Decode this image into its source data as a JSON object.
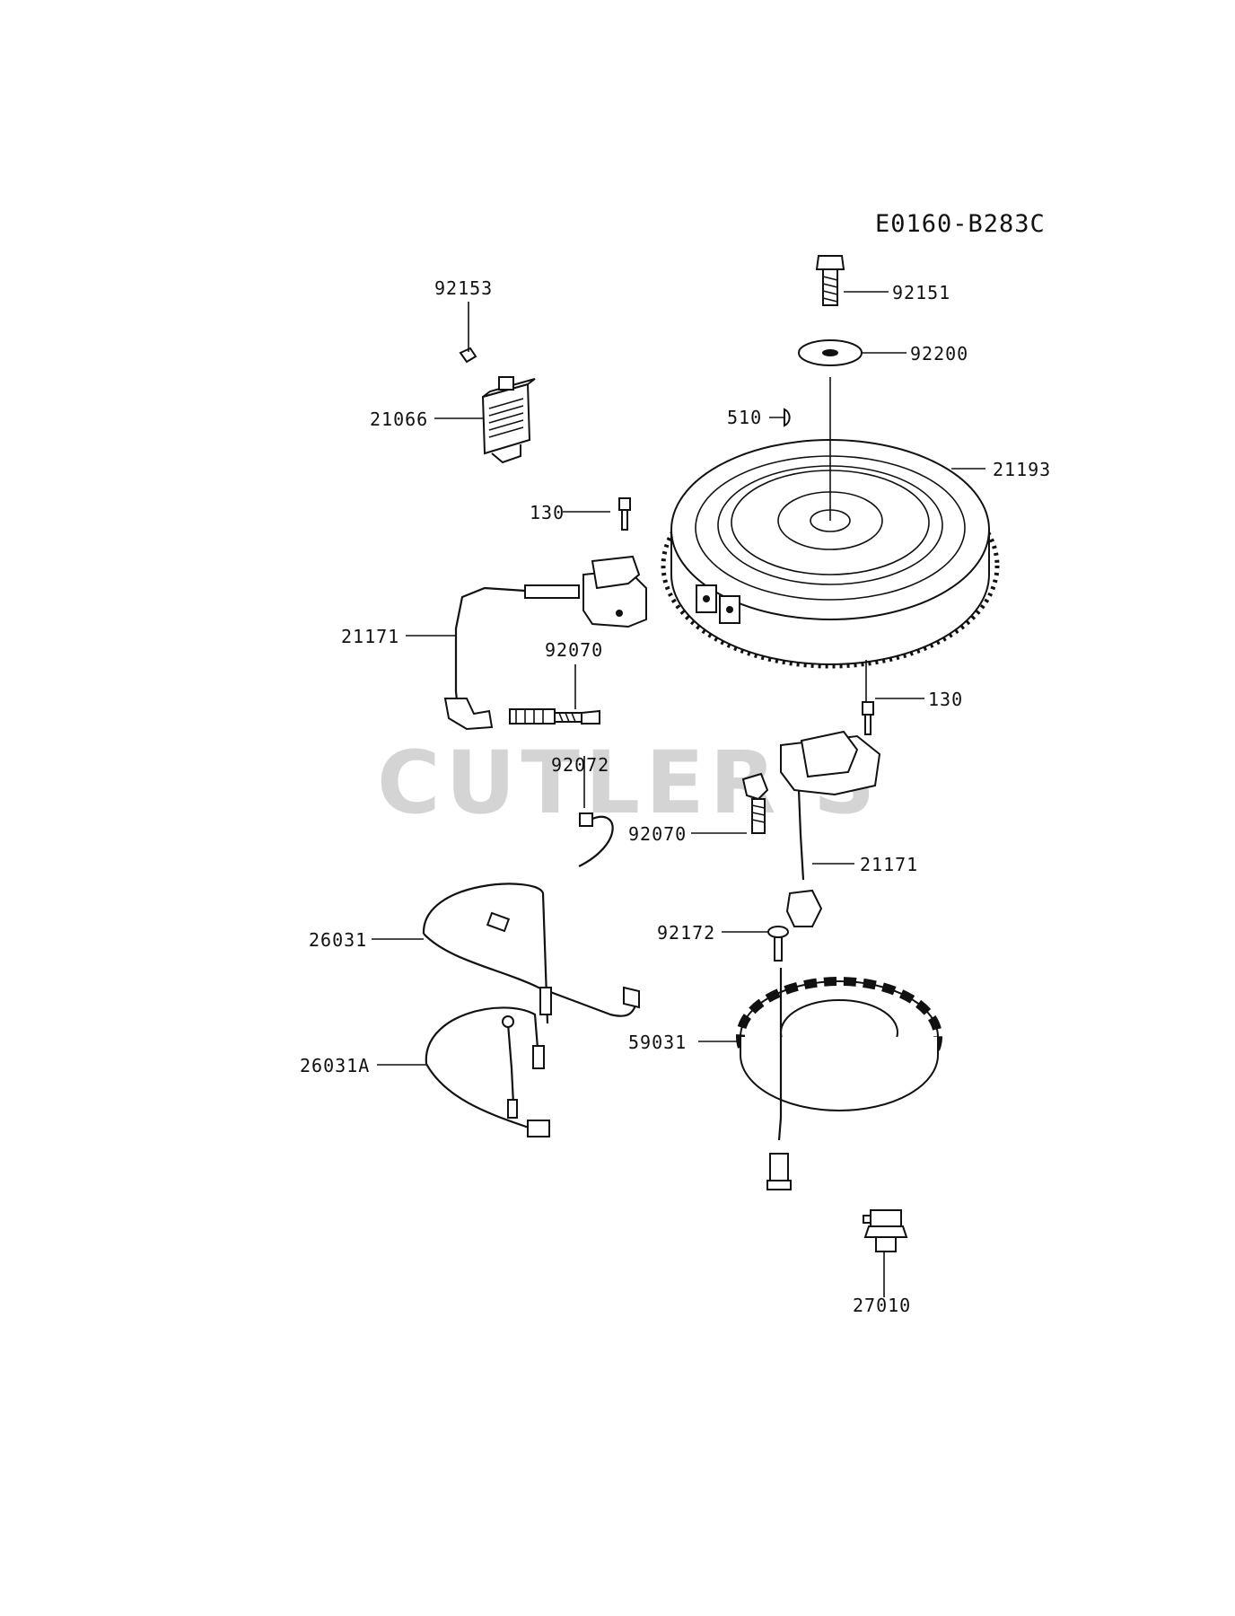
{
  "diagram_code": "E0160-B283C",
  "watermark": "CUTLER'S",
  "callouts": {
    "p92153": "92153",
    "p21066": "21066",
    "p92151": "92151",
    "p92200": "92200",
    "p510": "510",
    "p21193": "21193",
    "p130_top": "130",
    "p21171_left": "21171",
    "p92070_top": "92070",
    "p130_right": "130",
    "p92072": "92072",
    "p92070_mid": "92070",
    "p21171_right": "21171",
    "p92172": "92172",
    "p26031": "26031",
    "p59031": "59031",
    "p26031A": "26031A",
    "p27010": "27010"
  }
}
